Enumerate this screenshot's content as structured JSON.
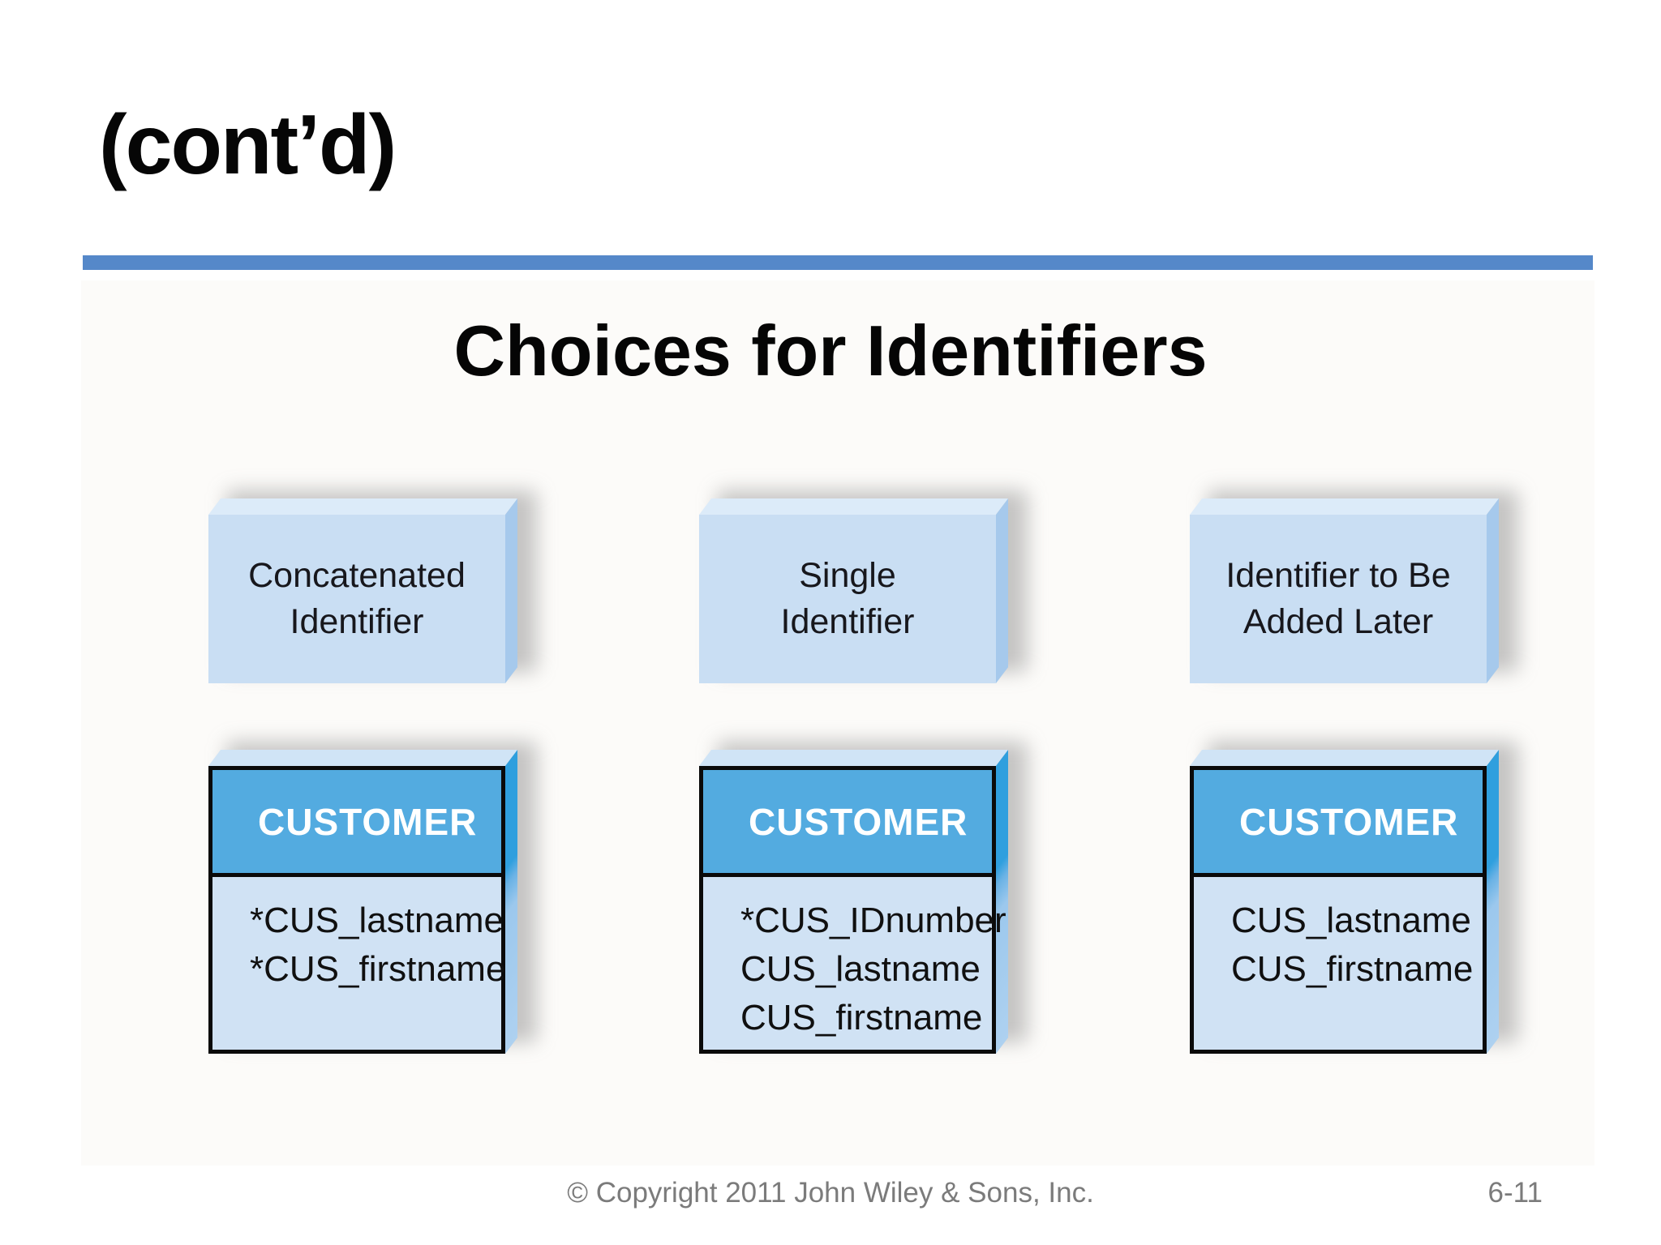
{
  "slide": {
    "title": "(cont’d)",
    "subtitle": "Choices for Identifiers",
    "columns": [
      {
        "label_lines": [
          "Concatenated",
          "Identifier"
        ],
        "entity_name": "CUSTOMER",
        "attributes": [
          "*CUS_lastname",
          "*CUS_firstname"
        ]
      },
      {
        "label_lines": [
          "Single",
          "Identifier"
        ],
        "entity_name": "CUSTOMER",
        "attributes": [
          "*CUS_IDnumber",
          "CUS_lastname",
          "CUS_firstname"
        ]
      },
      {
        "label_lines": [
          "Identifier to Be",
          "Added Later"
        ],
        "entity_name": "CUSTOMER",
        "attributes": [
          "CUS_lastname",
          "CUS_firstname"
        ]
      }
    ],
    "footer": {
      "copyright": "© Copyright 2011 John Wiley & Sons, Inc.",
      "page_number": "6-11"
    },
    "colors": {
      "accent_rule": "#5588c9",
      "label_box_face": "#c9def3",
      "label_box_top": "#dcebf9",
      "label_box_side": "#a6c9ec",
      "entity_header": "#53abe0",
      "entity_body": "#d0e2f4",
      "entity_side": "#2f9fde",
      "table_border": "#0a0a0a",
      "footer_text": "#7b7b7b"
    }
  }
}
